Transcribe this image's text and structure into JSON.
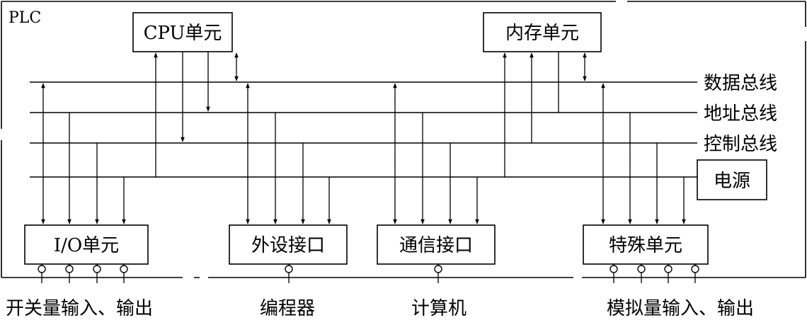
{
  "plc_label": "PLC",
  "boxes": {
    "cpu": "CPU单元",
    "memory": "内存单元",
    "io": "I/O单元",
    "peripheral": "外设接口",
    "comm": "通信接口",
    "special": "特殊单元",
    "power": "电源"
  },
  "buses": {
    "data": "数据总线",
    "address": "地址总线",
    "control": "控制总线"
  },
  "bottom_labels": {
    "io": "开关量输入、输出",
    "programmer": "编程器",
    "computer": "计算机",
    "analog": "模拟量输入、输出"
  }
}
